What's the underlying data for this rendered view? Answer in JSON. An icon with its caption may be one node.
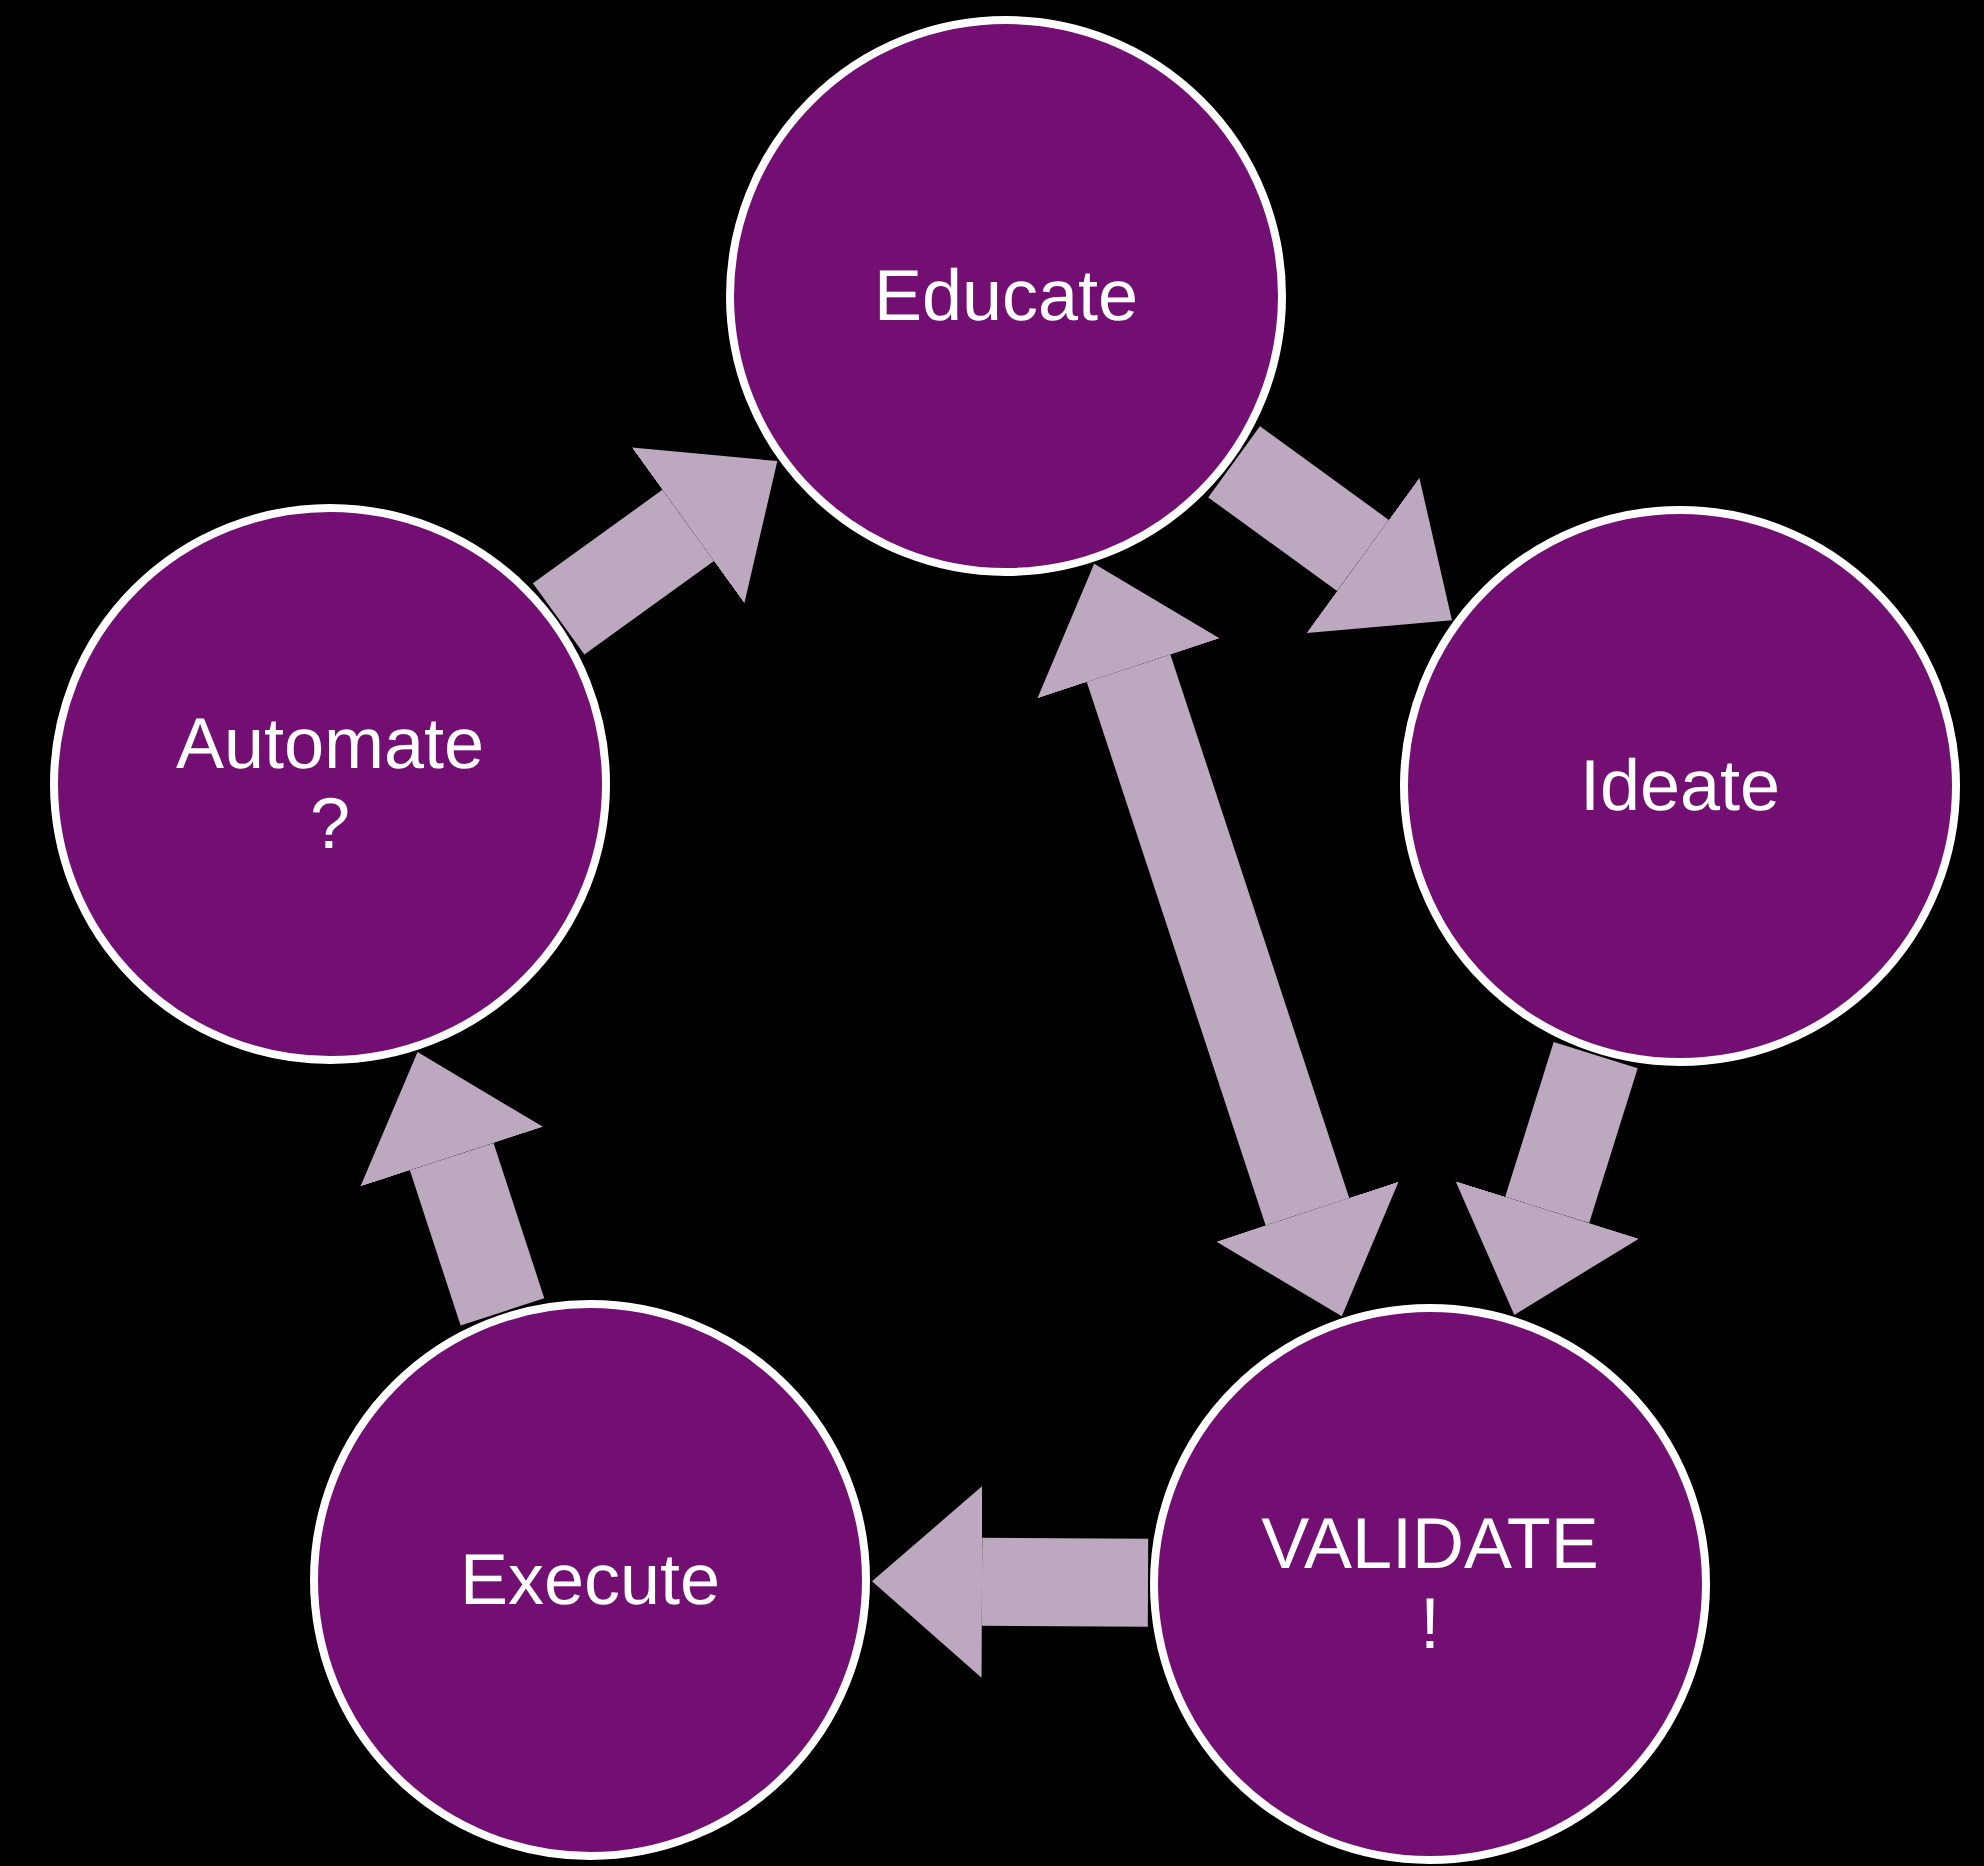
{
  "diagram": {
    "nodes": [
      {
        "text": [
          "Educate"
        ]
      },
      {
        "text": [
          "Ideate"
        ]
      },
      {
        "text": [
          "VALIDATE !"
        ]
      },
      {
        "text": [
          "Execute"
        ]
      },
      {
        "text": [
          "Automate ?"
        ]
      }
    ],
    "edges": [
      {
        "from": 0,
        "to": 1,
        "arrow": "to"
      },
      {
        "from": 1,
        "to": 2,
        "arrow": "to"
      },
      {
        "from": 2,
        "to": 3,
        "arrow": "to"
      },
      {
        "from": 3,
        "to": 4,
        "arrow": "to"
      },
      {
        "from": 4,
        "to": 0,
        "arrow": "to"
      },
      {
        "from": 0,
        "to": 2,
        "arrow": "both"
      }
    ]
  }
}
